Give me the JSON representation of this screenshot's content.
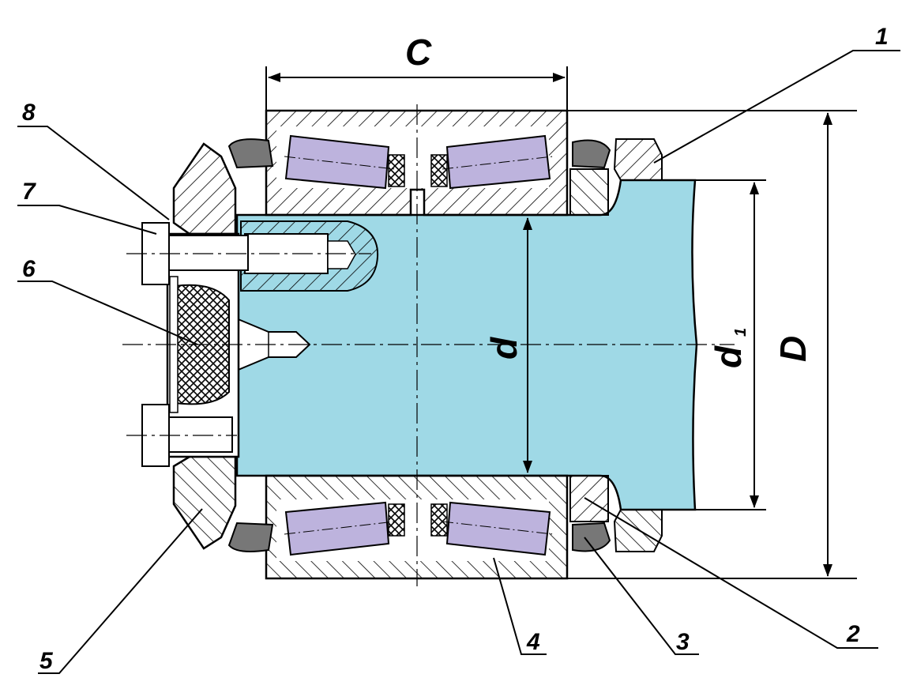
{
  "dimensions": {
    "width_label": "C",
    "bore_label": "d",
    "shaft_label": "d",
    "shaft_subscript": "1",
    "outer_label": "D"
  },
  "callouts": [
    "1",
    "2",
    "3",
    "4",
    "5",
    "6",
    "7",
    "8"
  ],
  "colors": {
    "shaft": "#9fd9e6",
    "rollers": "#bdb3dd",
    "line": "#000000",
    "hatch": "#000000"
  }
}
